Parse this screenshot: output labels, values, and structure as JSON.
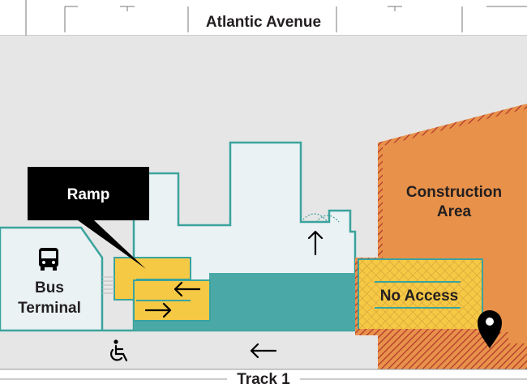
{
  "map": {
    "street_label": "Atlantic Avenue",
    "track_label": "Track 1",
    "ramp_callout": "Ramp",
    "construction_label": [
      "Construction",
      "Area"
    ],
    "no_access_label": "No Access",
    "bus_terminal_label": [
      "Bus",
      "Terminal"
    ],
    "icons": [
      "bus-icon",
      "wheelchair-icon",
      "location-pin-icon",
      "arrow-left-icon",
      "arrow-right-icon",
      "arrow-up-icon"
    ],
    "colors": {
      "platform": "#e6e6e6",
      "building": "#eaf2f4",
      "outline": "#3ba39d",
      "teal": "#4aa9a6",
      "ramp": "#f6c945",
      "construction": "#e8914a",
      "hatch": "#c0392b",
      "callout": "#000000",
      "text": "#231f20"
    }
  }
}
